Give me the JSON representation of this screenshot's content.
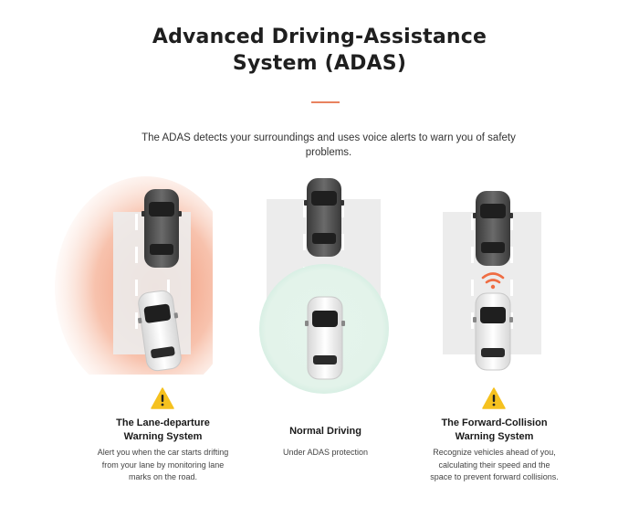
{
  "header": {
    "title_line1": "Advanced Driving-Assistance",
    "title_line2": "System (ADAS)",
    "subtitle_line1": "The ADAS detects your surroundings and uses voice alerts to warn you of safety",
    "subtitle_line2": "problems."
  },
  "colors": {
    "accent": "#e8825f",
    "warning": "#f5c11f",
    "road": "#ececec",
    "safe_glow": "#e3f3ec",
    "danger_glow": "#f29a7a"
  },
  "features": [
    {
      "icon": "warning-icon",
      "title_line1": "The Lane-departure",
      "title_line2": "Warning System",
      "desc_line1": "Alert you when the car starts drifting",
      "desc_line2": "from your lane by monitoring lane",
      "desc_line3": "marks on the road."
    },
    {
      "title_line1": "Normal Driving",
      "desc_line1": "Under ADAS protection"
    },
    {
      "icon": "warning-icon",
      "title_line1": "The Forward-Collision",
      "title_line2": "Warning System",
      "desc_line1": "Recognize vehicles ahead of you,",
      "desc_line2": "calculating their speed and the",
      "desc_line3": "space to prevent forward collisions."
    }
  ]
}
